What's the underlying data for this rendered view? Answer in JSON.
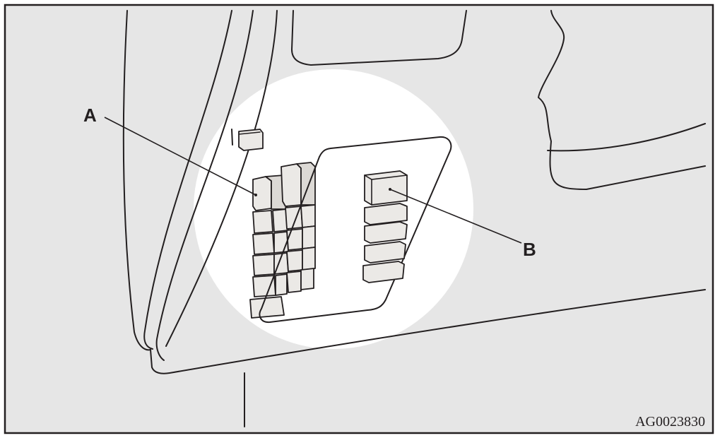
{
  "labels": {
    "a": "A",
    "b": "B"
  },
  "figure_code": "AG0023830",
  "colors": {
    "background": "#e6e6e6",
    "highlight_circle": "#ffffff",
    "line": "#231f20",
    "fuse_fill": "#ebe9e6"
  }
}
